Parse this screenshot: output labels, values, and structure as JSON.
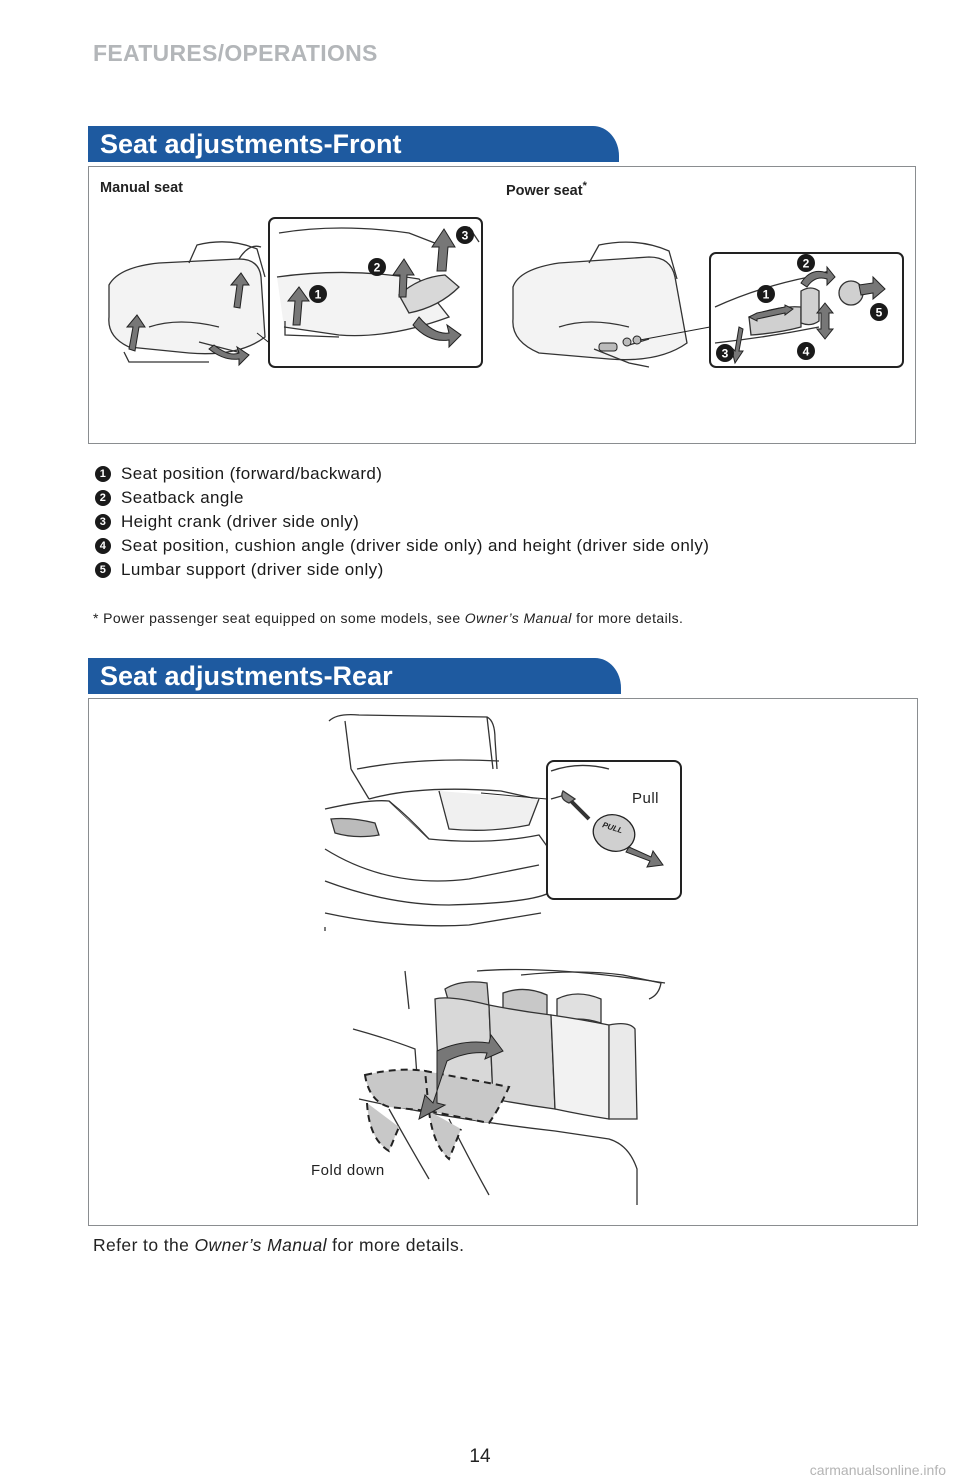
{
  "header": {
    "section": "FEATURES/OPERATIONS"
  },
  "front": {
    "title": "Seat adjustments-Front",
    "manual_label": "Manual seat",
    "power_label": "Power seat",
    "power_asterisk": "*",
    "manual_callouts": [
      "1",
      "2",
      "3"
    ],
    "power_callouts": [
      "1",
      "2",
      "3",
      "4",
      "5"
    ],
    "legend": [
      {
        "num": "1",
        "text": "Seat position (forward/backward)"
      },
      {
        "num": "2",
        "text": "Seatback angle"
      },
      {
        "num": "3",
        "text": "Height crank (driver side only)"
      },
      {
        "num": "4",
        "text": "Seat position, cushion angle (driver side only) and height (driver side only)"
      },
      {
        "num": "5",
        "text": "Lumbar support (driver side only)"
      }
    ],
    "footnote_prefix": "* Power passenger seat equipped on some models, see ",
    "footnote_manual": "Owner’s Manual",
    "footnote_suffix": " for more details."
  },
  "rear": {
    "title": "Seat adjustments-Rear",
    "pull_label": "Pull",
    "knob_text": "PULL",
    "fold_label": "Fold down"
  },
  "refer": {
    "prefix": "Refer to the ",
    "manual": "Owner’s Manual",
    "suffix": " for more details."
  },
  "page_number": "14",
  "watermark": "carmanualsonline.info"
}
